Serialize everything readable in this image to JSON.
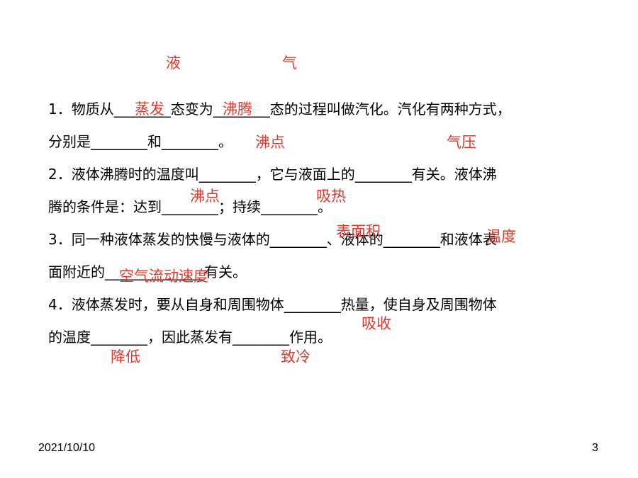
{
  "questions": [
    {
      "line1": "1．物质从________态变为________态的过程叫做汽化。汽化有两种方式，",
      "line2": "分别是________和________。"
    },
    {
      "line1": "2．液体沸腾时的温度叫________，它与液面上的________有关。液体沸",
      "line2": "腾的条件是：达到________；持续________。"
    },
    {
      "line1": "3．同一种液体蒸发的快慢与液体的________、液体的________和液体表",
      "line2": "面附近的______________有关。"
    },
    {
      "line1": "4．液体蒸发时，要从自身和周围物体________热量，使自身及周围物体",
      "line2": "的温度________，因此蒸发有________作用。"
    }
  ],
  "answers": {
    "liquid": "液",
    "gas": "气",
    "evaporation": "蒸发",
    "boiling": "沸腾",
    "boiling_point_1": "沸点",
    "air_pressure": "气压",
    "boiling_point_2": "沸点",
    "absorb_heat": "吸热",
    "surface_area": "表面积",
    "temperature": "温度",
    "airflow_speed": "空气流动速度",
    "absorb": "吸收",
    "lower": "降低",
    "cooling": "致冷"
  },
  "footer": {
    "date": "2021/10/10",
    "page": "3"
  },
  "colors": {
    "answer": "#e03a2f",
    "text": "#000000"
  }
}
